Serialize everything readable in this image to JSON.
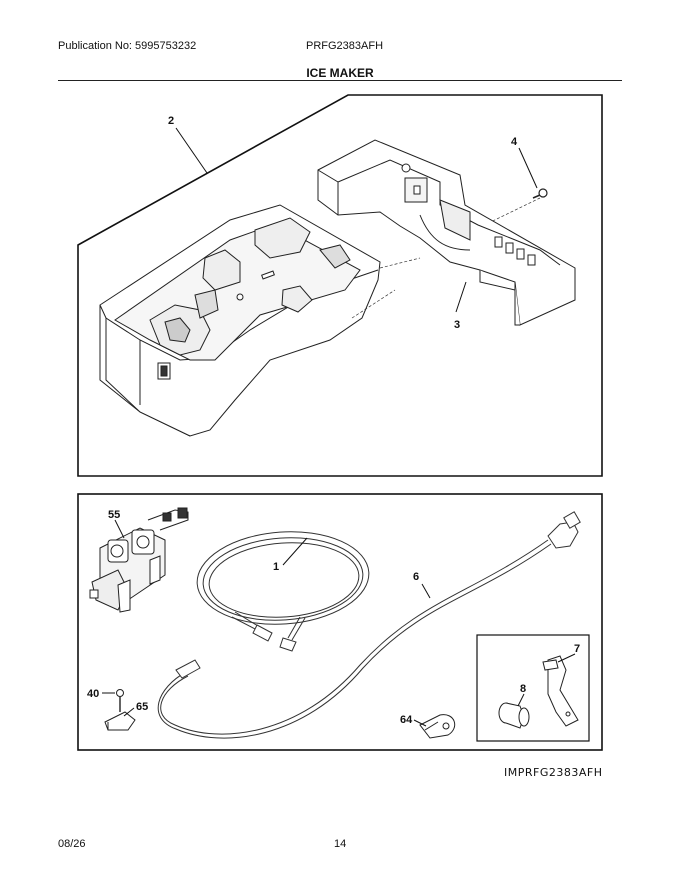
{
  "header": {
    "publication": "Publication No: 5995753232",
    "model": "PRFG2383AFH",
    "section_title": "ICE MAKER"
  },
  "callouts": {
    "c2": "2",
    "c3": "3",
    "c4": "4",
    "c55": "55",
    "c1": "1",
    "c6": "6",
    "c7": "7",
    "c8": "8",
    "c40": "40",
    "c65": "65",
    "c64": "64"
  },
  "image_code": "IMPRFG2383AFH",
  "footer": {
    "date": "08/26",
    "page": "14"
  }
}
